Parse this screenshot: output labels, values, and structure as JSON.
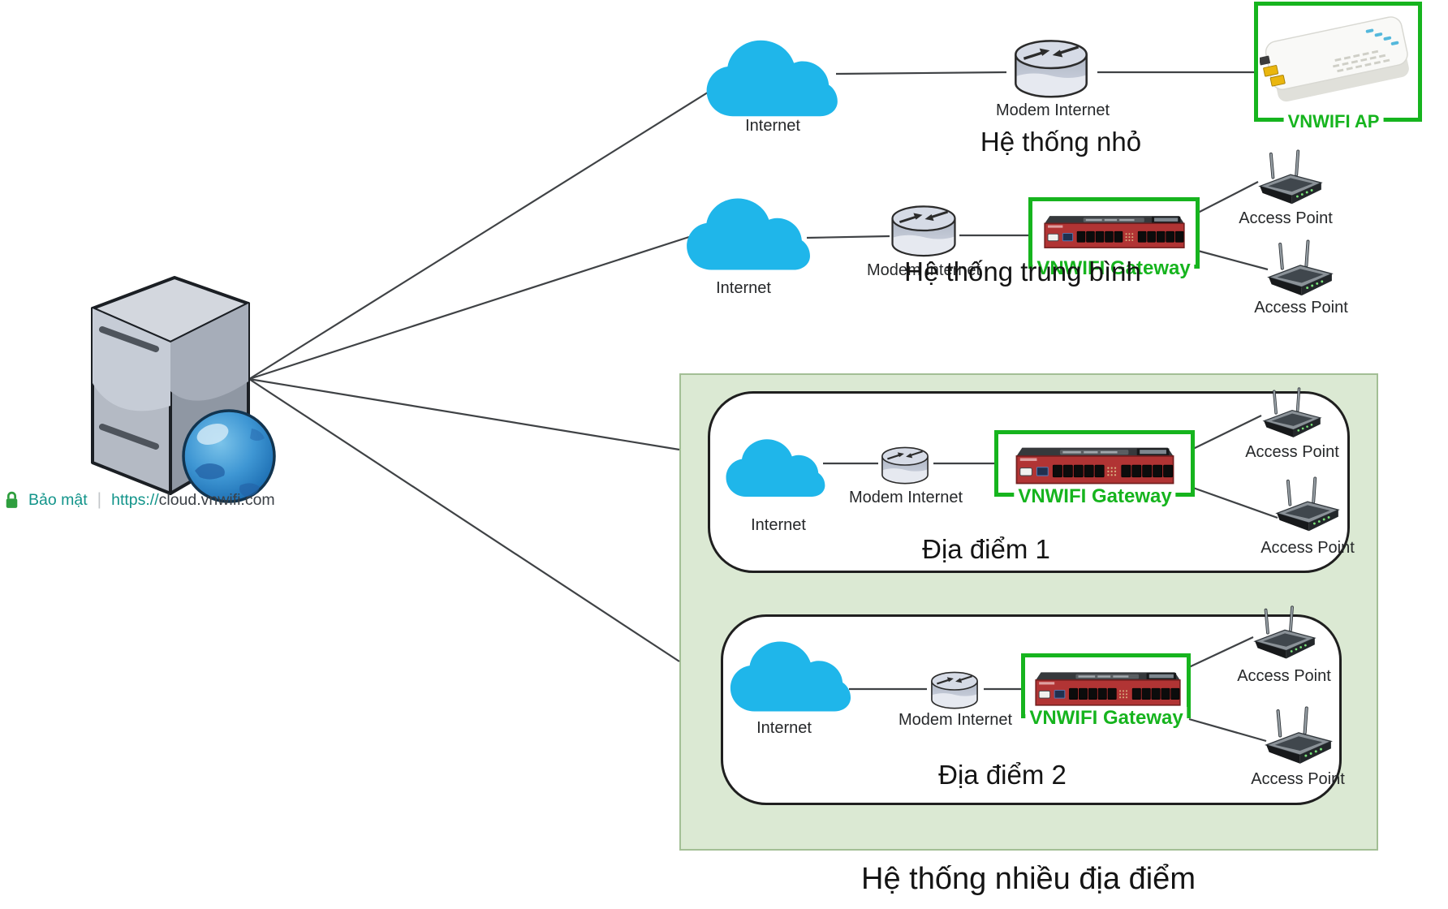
{
  "address_bar": {
    "security_label": "Bảo mật",
    "separator": "|",
    "url_scheme": "https://",
    "url_host": "cloud.vnwifi.com"
  },
  "labels": {
    "internet": "Internet",
    "modem": "Modem Internet",
    "access_point": "Access Point",
    "gateway_device": "VNWIFI Gateway",
    "ap_device": "VNWIFI AP"
  },
  "systems": {
    "small": {
      "title": "Hệ thống nhỏ"
    },
    "medium": {
      "title": "Hệ thống trung bình"
    },
    "multi": {
      "title": "Hệ thống nhiều địa điểm",
      "locations": [
        {
          "title": "Địa điểm 1"
        },
        {
          "title": "Địa điểm 2"
        }
      ]
    }
  },
  "colors": {
    "accent_green": "#16b41e",
    "cloud_blue": "#1fb6ea",
    "panel_fill": "#dbe9d3",
    "panel_border": "#a3bf95",
    "secure_teal": "#12948a",
    "gateway_red": "#b13434"
  }
}
